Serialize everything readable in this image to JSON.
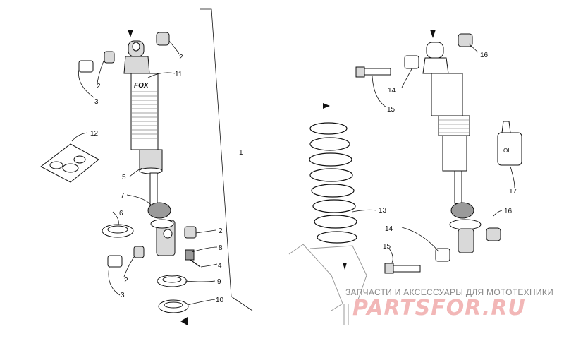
{
  "callouts": {
    "c1": "1",
    "c2a": "2",
    "c2b": "2",
    "c2c": "2",
    "c2d": "2",
    "c3a": "3",
    "c3b": "3",
    "c4": "4",
    "c5": "5",
    "c6": "6",
    "c7": "7",
    "c8": "8",
    "c9": "9",
    "c10": "10",
    "c11": "11",
    "c12": "12",
    "c13": "13",
    "c14a": "14",
    "c14b": "14",
    "c15a": "15",
    "c15b": "15",
    "c16a": "16",
    "c16b": "16",
    "c17": "17"
  },
  "labels": {
    "oil": "OIL",
    "fox_logo": "FOX"
  },
  "watermark": {
    "tagline": "ЗАПЧАСТИ И АКСЕССУАРЫ ДЛЯ МОТОТЕХНИКИ",
    "brand": "PARTSFOR.RU"
  }
}
